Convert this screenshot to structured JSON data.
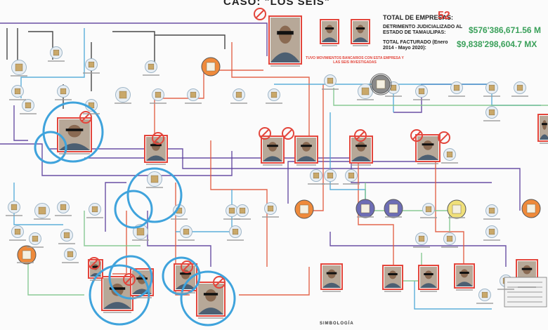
{
  "header": {
    "case_title": "CASO: \"LOS SEIS\"",
    "total_companies_label": "TOTAL DE EMPRESAS:",
    "total_companies_value": "52",
    "detriment_label": "DETRIMENTO JUDICIALIZADO AL ESTADO DE TAMAULIPAS:",
    "detriment_value": "$576'386,671.56 M",
    "invoiced_label": "TOTAL FACTURADO (Enero 2014 - Mayo 2020):",
    "invoiced_value": "$9,838'298,604.7 MX",
    "note": "TUVO MOVIMIENTOS BANCARIOS CON ESTA EMPRESA Y LAS SEIS INVESTIGADAS",
    "legend_title": "SIMBOLOGÍA"
  },
  "colors": {
    "person_frame": "#e3463c",
    "highlight_ring": "#3fa3dc",
    "money": "#3aa05a",
    "link_purple": "#5a3d9a",
    "link_red": "#e0553a",
    "link_blue": "#4aa6d6",
    "link_green": "#7cc48a",
    "link_black": "#333333"
  }
}
